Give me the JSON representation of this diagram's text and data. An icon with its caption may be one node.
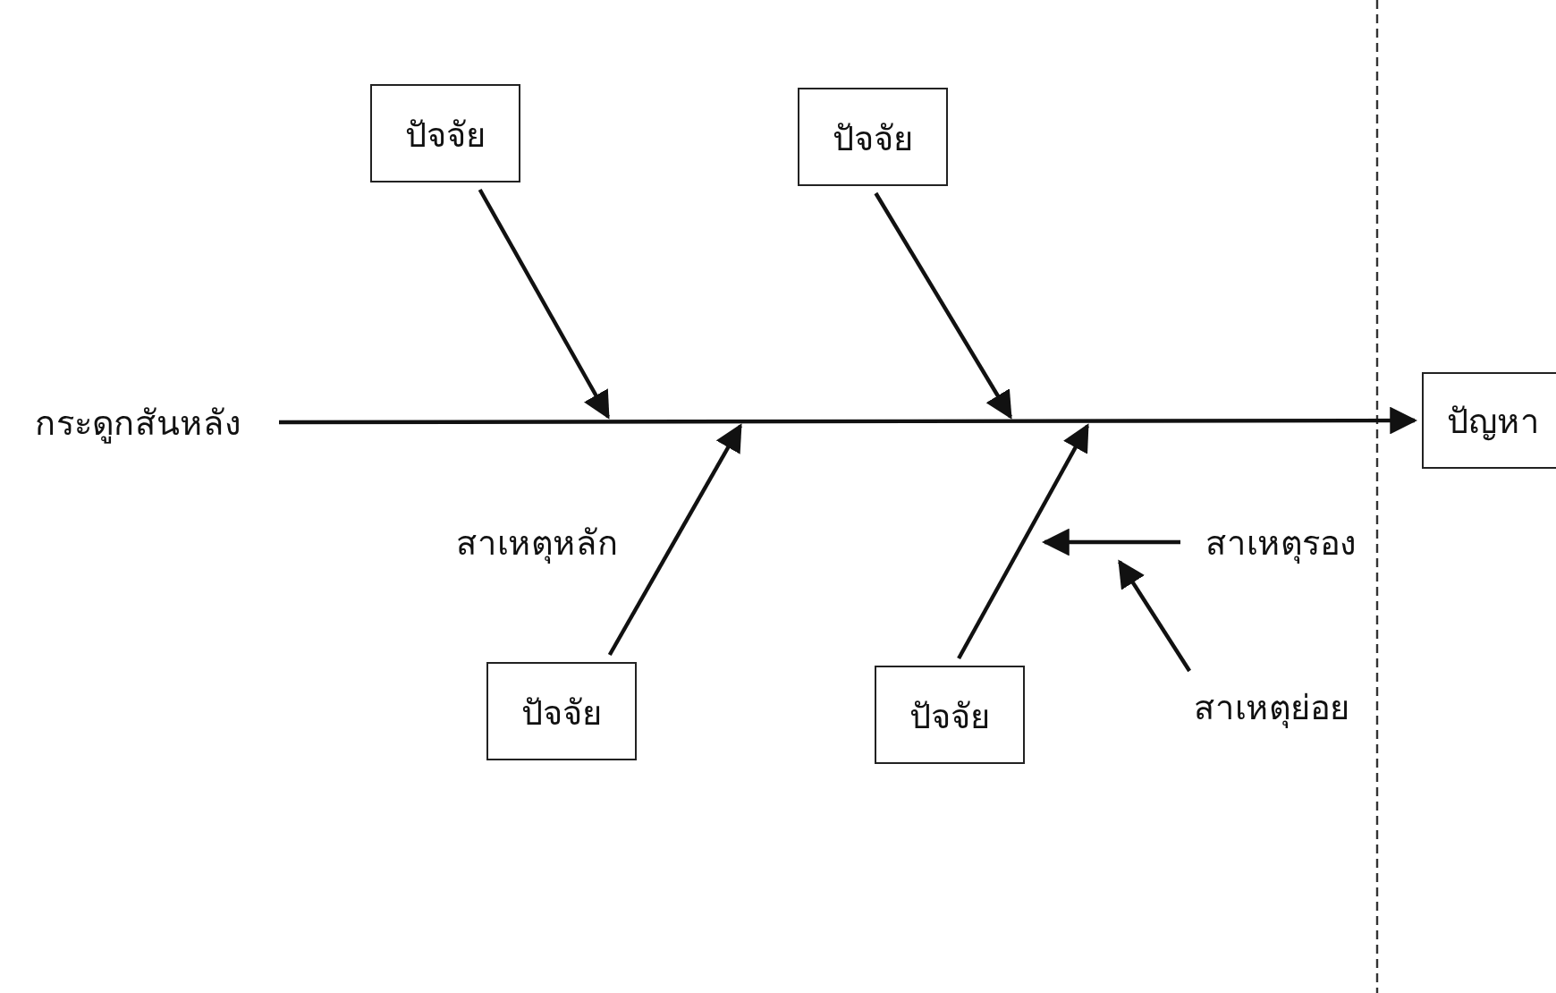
{
  "diagram": {
    "nodes": [
      {
        "text": [
          "ปัจจัย"
        ]
      },
      {
        "text": [
          "ปัจจัย"
        ]
      },
      {
        "text": [
          "กระดูกสันหลัง"
        ]
      },
      {
        "text": [
          "ปัญหา"
        ]
      },
      {
        "text": [
          "ปัจจัย"
        ]
      },
      {
        "text": [
          "ปัจจัย"
        ]
      },
      {
        "text": [
          "สาเหตุรอง"
        ]
      },
      {
        "text": [
          "สาเหตุย่อย"
        ]
      }
    ],
    "edges": [
      {
        "from": 0,
        "to": null,
        "arrow": "to"
      },
      {
        "from": 1,
        "to": null,
        "arrow": "to"
      },
      {
        "from": 2,
        "to": 3,
        "arrow": "to"
      },
      {
        "from": 4,
        "to": null,
        "arrow": "to"
      },
      {
        "from": 5,
        "to": null,
        "arrow": "to"
      },
      {
        "from": 6,
        "to": null,
        "arrow": "to"
      },
      {
        "from": 7,
        "to": null,
        "arrow": "to"
      }
    ],
    "labels": [
      "สาเหตุหลัก"
    ]
  }
}
